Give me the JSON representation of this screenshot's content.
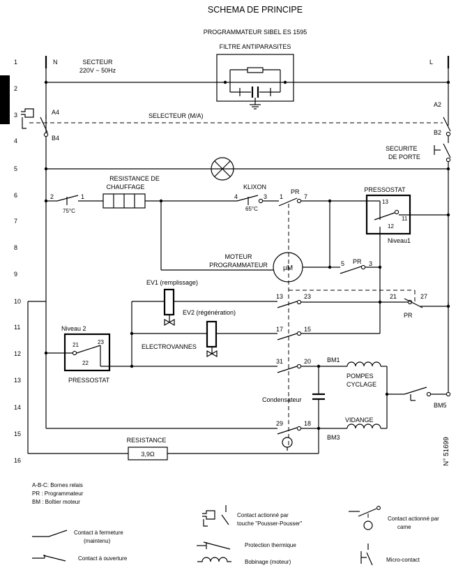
{
  "title": "SCHEMA DE PRINCIPE",
  "subtitle": "PROGRAMMATEUR SIBEL ES 1595",
  "filter_label": "FILTRE ANTIPARASITES",
  "secteur": {
    "label": "SECTEUR",
    "voltage": "220V ~ 50Hz",
    "n": "N",
    "l": "L"
  },
  "selecteur_label": "SELECTEUR (M/A)",
  "terminals": {
    "a4": "A4",
    "b4": "B4",
    "a2": "A2",
    "b2": "B2",
    "bm1": "BM1",
    "bm3": "BM3",
    "bm5": "BM5"
  },
  "securite": {
    "line1": "SECURITE",
    "line2": "DE PORTE"
  },
  "resistance_chauffage": {
    "line1": "RESISTANCE DE",
    "line2": "CHAUFFAGE",
    "pin_left": "2",
    "pin_right": "1",
    "temp": "75°C"
  },
  "klixon": {
    "label": "KLIXON",
    "pin_left": "4",
    "pin_right": "3",
    "temp": "65°C"
  },
  "pr_label": "PR",
  "pins": {
    "p1": "1",
    "p7": "7",
    "p5": "5",
    "p3": "3",
    "p13": "13",
    "p23": "23",
    "p21": "21",
    "p27": "27",
    "p17": "17",
    "p15": "15",
    "p31": "31",
    "p20": "20",
    "p29": "29",
    "p18": "18"
  },
  "pressostat1": {
    "title": "PRESSOSTAT",
    "pin13": "13",
    "pin11": "11",
    "pin12": "12",
    "level": "Niveau1"
  },
  "pressostat2": {
    "title": "PRESSOSTAT",
    "level": "Niveau 2",
    "pin21": "21",
    "pin23": "23",
    "pin22": "22"
  },
  "moteur": {
    "line1": "MOTEUR",
    "line2": "PROGRAMMATEUR",
    "symbol": "µM"
  },
  "ev1": "EV1 (remplissage)",
  "ev2": "EV2 (régénération)",
  "electrovannes": "ELECTROVANNES",
  "pompes": {
    "line1": "POMPES",
    "line2": "CYCLAGE"
  },
  "condensateur": "Condensateur",
  "vidange": "VIDANGE",
  "resistance": {
    "label": "RESISTANCE",
    "value": "3,9Ω"
  },
  "ref_number": "N° 51699",
  "row_numbers": [
    "1",
    "2",
    "3",
    "4",
    "5",
    "6",
    "7",
    "8",
    "9",
    "10",
    "11",
    "12",
    "13",
    "14",
    "15",
    "16"
  ],
  "legend": {
    "abbrev": [
      "A-B-C: Bornes relais",
      "PR : Programmateur",
      "BM : Boîtier moteur"
    ],
    "fermeture_1": "Contact à fermeture",
    "fermeture_2": "(maintenu)",
    "ouverture": "Contact à ouverture",
    "poussoir_1": "Contact actionné par",
    "poussoir_2": "touche \"Pousser-Pousser\"",
    "protection": "Protection thermique",
    "bobinage": "Bobinage (moteur)",
    "came_1": "Contact actionné par",
    "came_2": "came",
    "micro": "Micro-contact"
  }
}
